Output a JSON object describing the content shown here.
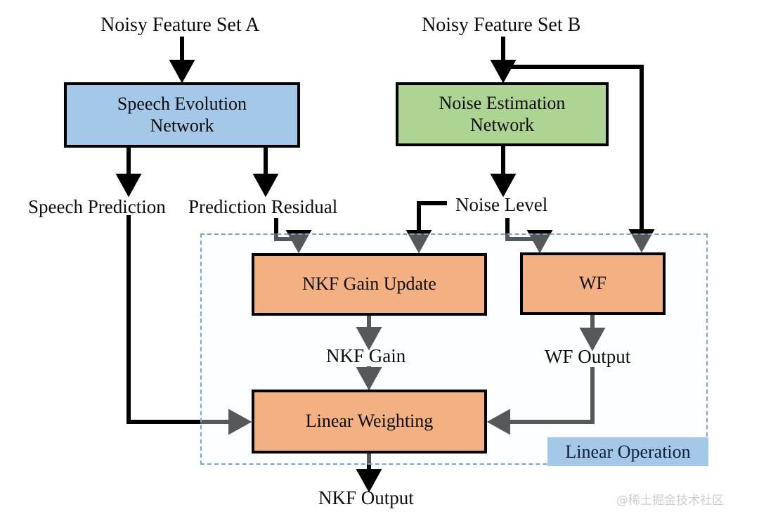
{
  "diagram": {
    "title": "NKF speech enhancement block diagram",
    "colors": {
      "blue_fill": "#a6c8e8",
      "green_fill": "#aed494",
      "orange_fill": "#f3b183",
      "legend_fill": "#a6c8e8",
      "stroke": "#000000",
      "dashed_stroke": "#7ba7cc",
      "watermark": "#cdcdcd"
    },
    "nodes": [
      {
        "id": "speech-evolution-network",
        "label": "Speech Evolution\nNetwork",
        "fill": "blue"
      },
      {
        "id": "noise-estimation-network",
        "label": "Noise Estimation\nNetwork",
        "fill": "green"
      },
      {
        "id": "nkf-gain-update",
        "label": "NKF Gain Update",
        "fill": "orange"
      },
      {
        "id": "wf",
        "label": "WF",
        "fill": "orange"
      },
      {
        "id": "linear-weighting",
        "label": "Linear Weighting",
        "fill": "orange"
      }
    ],
    "labels": {
      "noisy_feature_set_a": "Noisy Feature Set A",
      "noisy_feature_set_b": "Noisy Feature Set B",
      "speech_prediction": "Speech Prediction",
      "prediction_residual": "Prediction Residual",
      "noise_level": "Noise Level",
      "nkf_gain": "NKF Gain",
      "wf_output": "WF Output",
      "nkf_output": "NKF Output"
    },
    "node_labels": {
      "speech_evolution_line1": "Speech Evolution",
      "speech_evolution_line2": "Network",
      "noise_estimation_line1": "Noise Estimation",
      "noise_estimation_line2": "Network",
      "nkf_gain_update": "NKF Gain Update",
      "wf": "WF",
      "linear_weighting": "Linear Weighting"
    },
    "legend": {
      "linear_operation": "Linear Operation"
    },
    "watermark": "@稀土掘金技术社区"
  }
}
